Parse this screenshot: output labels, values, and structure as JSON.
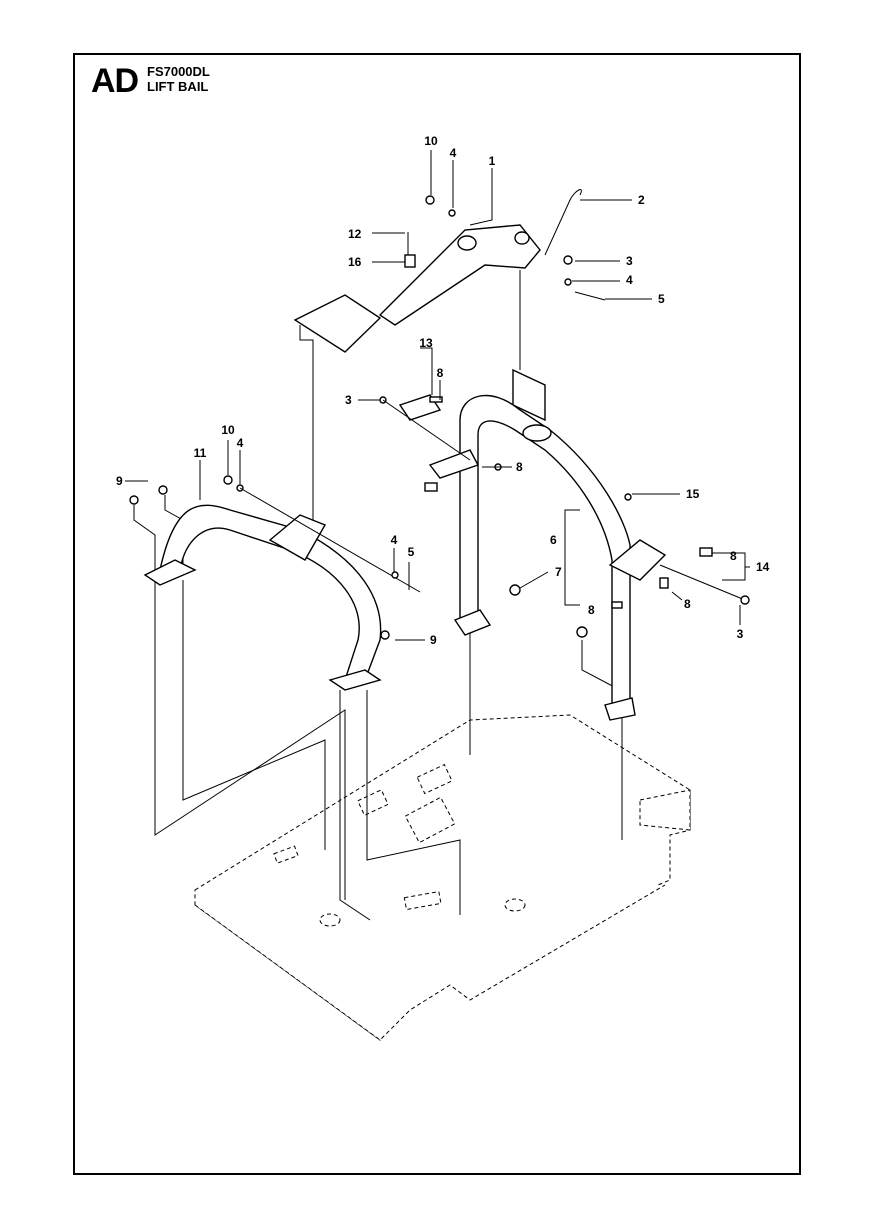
{
  "header": {
    "section_code": "AD",
    "model": "FS7000DL",
    "assembly_name": "LIFT BAIL"
  },
  "callouts": {
    "c1": "1",
    "c2": "2",
    "c3a": "3",
    "c3b": "3",
    "c3c": "3",
    "c4a": "4",
    "c4b": "4",
    "c4c": "4",
    "c4d": "4",
    "c5a": "5",
    "c5b": "5",
    "c6": "6",
    "c7": "7",
    "c8a": "8",
    "c8b": "8",
    "c8c": "8",
    "c8d": "8",
    "c8e": "8",
    "c9a": "9",
    "c9b": "9",
    "c10a": "10",
    "c10b": "10",
    "c11": "11",
    "c12": "12",
    "c13": "13",
    "c14": "14",
    "c15": "15",
    "c16": "16"
  }
}
